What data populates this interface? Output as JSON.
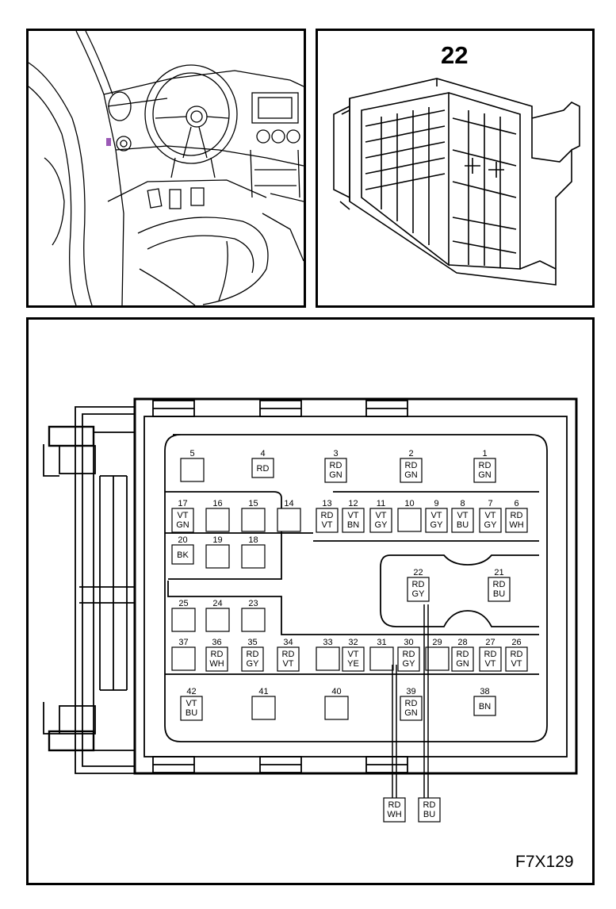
{
  "connector_number": "22",
  "figure_code": "F7X129",
  "pins": [
    {
      "num": "5",
      "colors": []
    },
    {
      "num": "4",
      "colors": [
        "RD"
      ]
    },
    {
      "num": "3",
      "colors": [
        "RD",
        "GN"
      ]
    },
    {
      "num": "2",
      "colors": [
        "RD",
        "GN"
      ]
    },
    {
      "num": "1",
      "colors": [
        "RD",
        "GN"
      ]
    },
    {
      "num": "17",
      "colors": [
        "VT",
        "GN"
      ]
    },
    {
      "num": "16",
      "colors": []
    },
    {
      "num": "15",
      "colors": []
    },
    {
      "num": "14",
      "colors": []
    },
    {
      "num": "13",
      "colors": [
        "RD",
        "VT"
      ]
    },
    {
      "num": "12",
      "colors": [
        "VT",
        "BN"
      ]
    },
    {
      "num": "11",
      "colors": [
        "VT",
        "GY"
      ]
    },
    {
      "num": "10",
      "colors": []
    },
    {
      "num": "9",
      "colors": [
        "VT",
        "GY"
      ]
    },
    {
      "num": "8",
      "colors": [
        "VT",
        "BU"
      ]
    },
    {
      "num": "7",
      "colors": [
        "VT",
        "GY"
      ]
    },
    {
      "num": "6",
      "colors": [
        "RD",
        "WH"
      ]
    },
    {
      "num": "20",
      "colors": [
        "BK"
      ]
    },
    {
      "num": "19",
      "colors": []
    },
    {
      "num": "18",
      "colors": []
    },
    {
      "num": "22",
      "colors": [
        "RD",
        "GY"
      ]
    },
    {
      "num": "21",
      "colors": [
        "RD",
        "BU"
      ]
    },
    {
      "num": "25",
      "colors": []
    },
    {
      "num": "24",
      "colors": []
    },
    {
      "num": "23",
      "colors": []
    },
    {
      "num": "37",
      "colors": []
    },
    {
      "num": "36",
      "colors": [
        "RD",
        "WH"
      ]
    },
    {
      "num": "35",
      "colors": [
        "RD",
        "GY"
      ]
    },
    {
      "num": "34",
      "colors": [
        "RD",
        "VT"
      ]
    },
    {
      "num": "33",
      "colors": []
    },
    {
      "num": "32",
      "colors": [
        "VT",
        "YE"
      ]
    },
    {
      "num": "31",
      "colors": []
    },
    {
      "num": "30",
      "colors": [
        "RD",
        "GY"
      ]
    },
    {
      "num": "29",
      "colors": []
    },
    {
      "num": "28",
      "colors": [
        "RD",
        "GN"
      ]
    },
    {
      "num": "27",
      "colors": [
        "RD",
        "VT"
      ]
    },
    {
      "num": "26",
      "colors": [
        "RD",
        "VT"
      ]
    },
    {
      "num": "42",
      "colors": [
        "VT",
        "BU"
      ]
    },
    {
      "num": "41",
      "colors": []
    },
    {
      "num": "40",
      "colors": []
    },
    {
      "num": "39",
      "colors": [
        "RD",
        "GN"
      ]
    },
    {
      "num": "38",
      "colors": [
        "BN"
      ]
    }
  ],
  "leads": [
    {
      "colors": [
        "RD",
        "WH"
      ]
    },
    {
      "colors": [
        "RD",
        "BU"
      ]
    }
  ]
}
